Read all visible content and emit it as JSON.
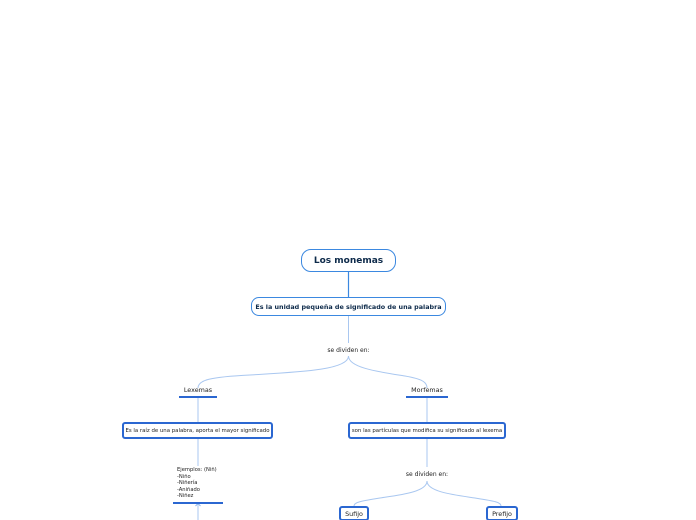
{
  "mindmap": {
    "root": "Los monemas",
    "definition": "Es la unidad pequeña de significado de una palabra",
    "connector_1": "se dividen en:",
    "lexemas": {
      "label": "Lexemas",
      "description": "Es la raíz de una palabra, aporta el mayor significado",
      "examples": [
        "Ejemplos: (Niñ)",
        "-Niño",
        "-Niñería",
        "-Aniñado",
        "-Niñez"
      ]
    },
    "morfemas": {
      "label": "Morfemas",
      "description": "son las partículas que modifica su significado al lexema",
      "connector": "se dividen en:",
      "children": [
        "Sufijo",
        "Prefijo"
      ]
    }
  },
  "colors": {
    "root_border": "#3b88e0",
    "box_border": "#2b67d1",
    "link": "#8fb6ec"
  }
}
